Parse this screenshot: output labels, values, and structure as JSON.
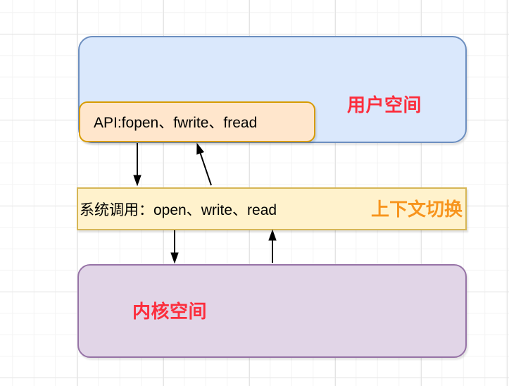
{
  "diagram": {
    "user_space": {
      "label": "用户空间"
    },
    "api_box": {
      "label": "API:fopen、fwrite、fread"
    },
    "syscall_bar": {
      "label": "系统调用：open、write、read",
      "side_label": "上下文切换"
    },
    "kernel_space": {
      "label": "内核空间"
    },
    "arrows": [
      {
        "name": "api-to-syscall",
        "from": "api_box",
        "to": "syscall_bar",
        "direction": "down"
      },
      {
        "name": "syscall-to-api",
        "from": "syscall_bar",
        "to": "api_box",
        "direction": "up"
      },
      {
        "name": "syscall-to-kernel",
        "from": "syscall_bar",
        "to": "kernel_space",
        "direction": "down"
      },
      {
        "name": "kernel-to-syscall",
        "from": "kernel_space",
        "to": "syscall_bar",
        "direction": "up"
      }
    ]
  },
  "colors": {
    "user_space_fill": "#dae8fc",
    "user_space_stroke": "#6c8ebf",
    "api_fill": "#ffe6cc",
    "api_stroke": "#d79b00",
    "syscall_fill": "#fff2cc",
    "syscall_stroke": "#d6b656",
    "kernel_fill": "#e1d5e7",
    "kernel_stroke": "#9673a6",
    "space_label_red": "#fc2d3c",
    "context_switch_orange": "#f7941d",
    "arrow_black": "#000000"
  }
}
